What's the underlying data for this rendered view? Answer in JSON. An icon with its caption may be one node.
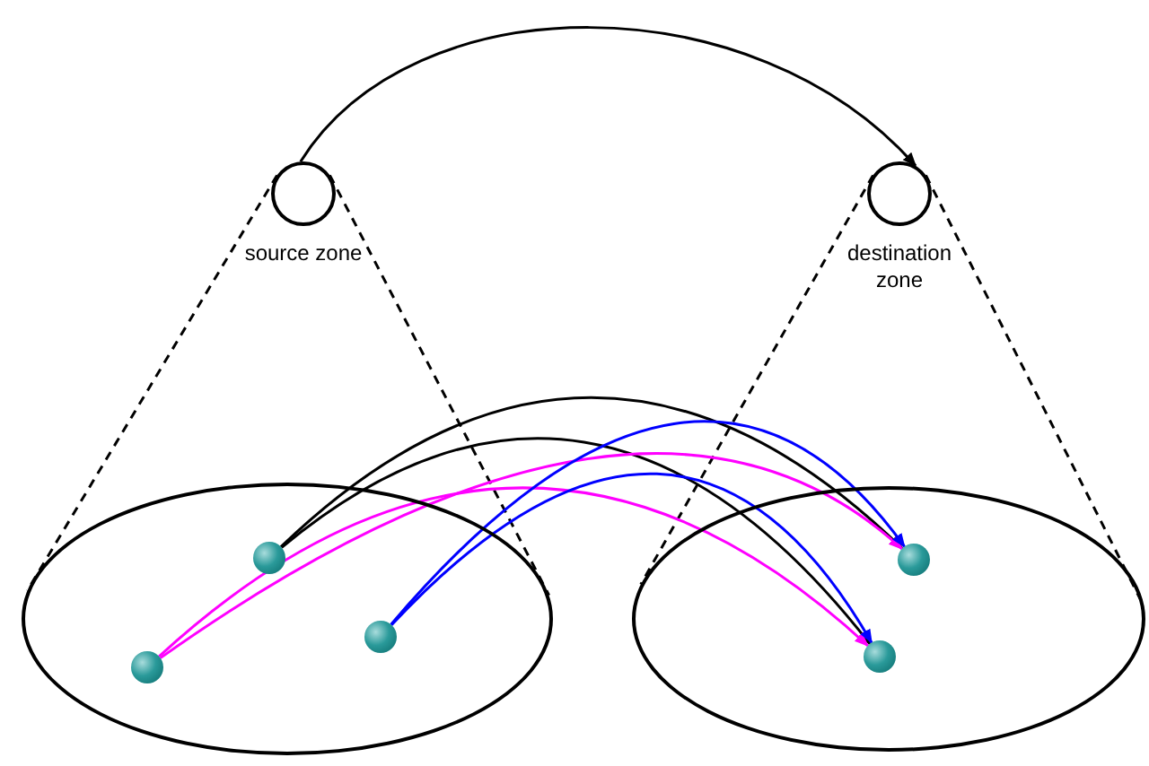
{
  "diagram": {
    "nodes": [
      {
        "text": [],
        "shape": "circle",
        "beside": [
          "source zone"
        ]
      },
      {
        "text": [],
        "shape": "circle",
        "beside": [
          "destination zone"
        ]
      },
      {
        "text": [],
        "shape": "circle"
      },
      {
        "text": [],
        "shape": "circle"
      },
      {
        "text": [],
        "shape": "circle",
        "in": 2
      },
      {
        "text": [],
        "shape": "circle",
        "in": 2
      },
      {
        "text": [],
        "shape": "circle",
        "in": 2
      },
      {
        "text": [],
        "shape": "circle",
        "in": 3
      },
      {
        "text": [],
        "shape": "circle",
        "in": 3
      }
    ],
    "edges": [
      {
        "from": 0,
        "to": 1,
        "arrow": "to"
      },
      {
        "from": 0,
        "to": 2,
        "arrow": "none",
        "style": "dashed"
      },
      {
        "from": 0,
        "to": 2,
        "arrow": "none",
        "style": "dashed"
      },
      {
        "from": 1,
        "to": 3,
        "arrow": "none",
        "style": "dashed"
      },
      {
        "from": 1,
        "to": 3,
        "arrow": "none",
        "style": "dashed"
      },
      {
        "from": 4,
        "to": 7,
        "arrow": "to"
      },
      {
        "from": 4,
        "to": 8,
        "arrow": "to"
      },
      {
        "from": 5,
        "to": 7,
        "arrow": "to",
        "color": "#ff00ff"
      },
      {
        "from": 5,
        "to": 8,
        "arrow": "to",
        "color": "#ff00ff"
      },
      {
        "from": 6,
        "to": 7,
        "arrow": "to",
        "color": "#0000ff"
      },
      {
        "from": 6,
        "to": 8,
        "arrow": "to",
        "color": "#0000ff"
      }
    ]
  }
}
